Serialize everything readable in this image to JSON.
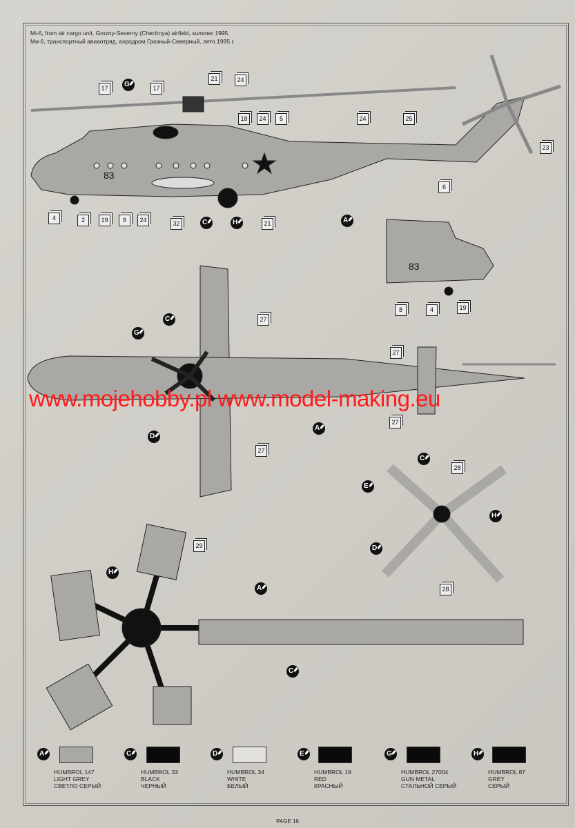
{
  "header": {
    "title_en": "Mi-6, from air cargo unit, Grozny-Severny (Chechnya) airfield, summer 1995",
    "title_ru": "Ми-6, транспортный авиаотряд, аэродром Грозный-Северный, лето 1995 г."
  },
  "aircraft": {
    "side_number": "83"
  },
  "watermark": "www.mojehobby.pl www.model-making.eu",
  "callouts": {
    "side_view": [
      "17",
      "G",
      "17",
      "21",
      "24",
      "18",
      "24",
      "5",
      "24",
      "25",
      "23",
      "6",
      "4",
      "2",
      "19",
      "8",
      "24",
      "32",
      "C",
      "H",
      "21",
      "A"
    ],
    "nose_inset": [
      "8",
      "4",
      "19"
    ],
    "top_view": [
      "27",
      "C",
      "G",
      "27",
      "A",
      "D",
      "27",
      "27"
    ],
    "tail_rotor": [
      "C",
      "28",
      "E",
      "H",
      "D",
      "28"
    ],
    "main_rotor": [
      "29",
      "H",
      "A",
      "C"
    ]
  },
  "legend": [
    {
      "letter": "A",
      "code": "HUMBROL 147",
      "name_en": "LIGHT GREY",
      "name_ru": "СВЕТЛО СЕРЫЙ",
      "color": "#a9a8a4"
    },
    {
      "letter": "C",
      "code": "HUMBROL 33",
      "name_en": "BLACK",
      "name_ru": "ЧЕРНЫЙ",
      "color": "#0a0a0a"
    },
    {
      "letter": "D",
      "code": "HUMBROL 34",
      "name_en": "WHITE",
      "name_ru": "БЕЛЫЙ",
      "color": "#e2e1dc"
    },
    {
      "letter": "E",
      "code": "HUMBROL 19",
      "name_en": "RED",
      "name_ru": "КРАСНЫЙ",
      "color": "#0a0a0a"
    },
    {
      "letter": "G",
      "code": "HUMBROL 27004",
      "name_en": "GUN METAL",
      "name_ru": "СТАЛЬНОЙ СЕРЫЙ",
      "color": "#0a0a0a"
    },
    {
      "letter": "H",
      "code": "HUMBROL 87",
      "name_en": "GREY",
      "name_ru": "СЕРЫЙ",
      "color": "#0a0a0a"
    }
  ],
  "footer": {
    "page": "PAGE 16"
  }
}
